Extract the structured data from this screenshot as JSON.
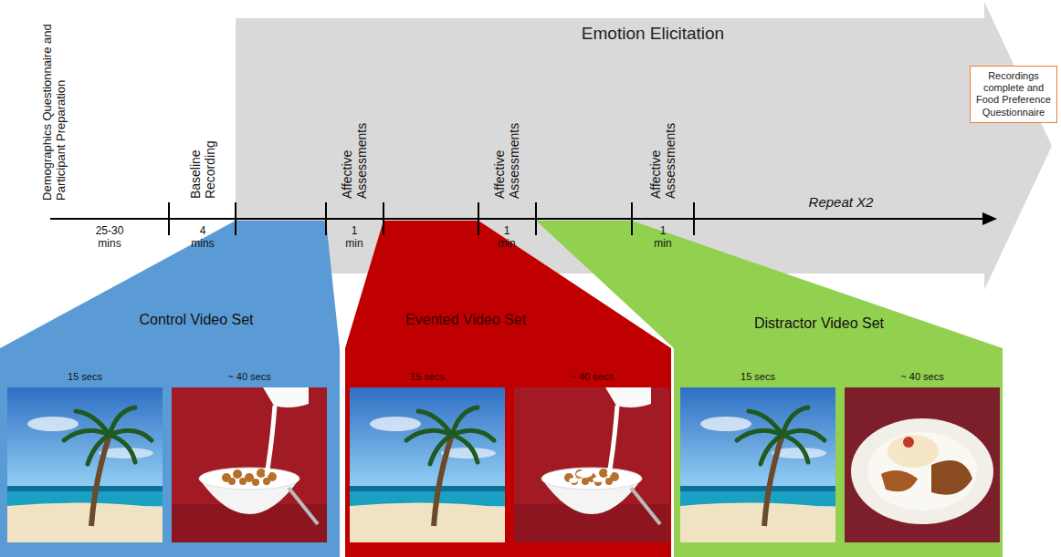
{
  "diagram": {
    "nodes": [
      {
        "text": [
          "Emotion Elicitation"
        ]
      },
      {
        "text": [
          "Recordings complete and Food Preference Questionnaire"
        ]
      },
      {
        "text": [
          "Control Video Set",
          "15 secs",
          "~ 40 secs"
        ]
      },
      {
        "text": [
          "Evented Video Set",
          "15 secs",
          "~ 40 secs"
        ]
      },
      {
        "text": [
          "Distractor Video Set",
          "15 secs",
          "~ 40 secs"
        ]
      }
    ],
    "labels": [
      "Demographics Questionnaire and Participant Preparation",
      "25-30 mins",
      "Baseline Recording",
      "4 mins",
      "Affective Assessments",
      "1 min",
      "Affective Assessments",
      "1 min",
      "Affective Assessments",
      "1 min",
      "Repeat X2"
    ]
  }
}
